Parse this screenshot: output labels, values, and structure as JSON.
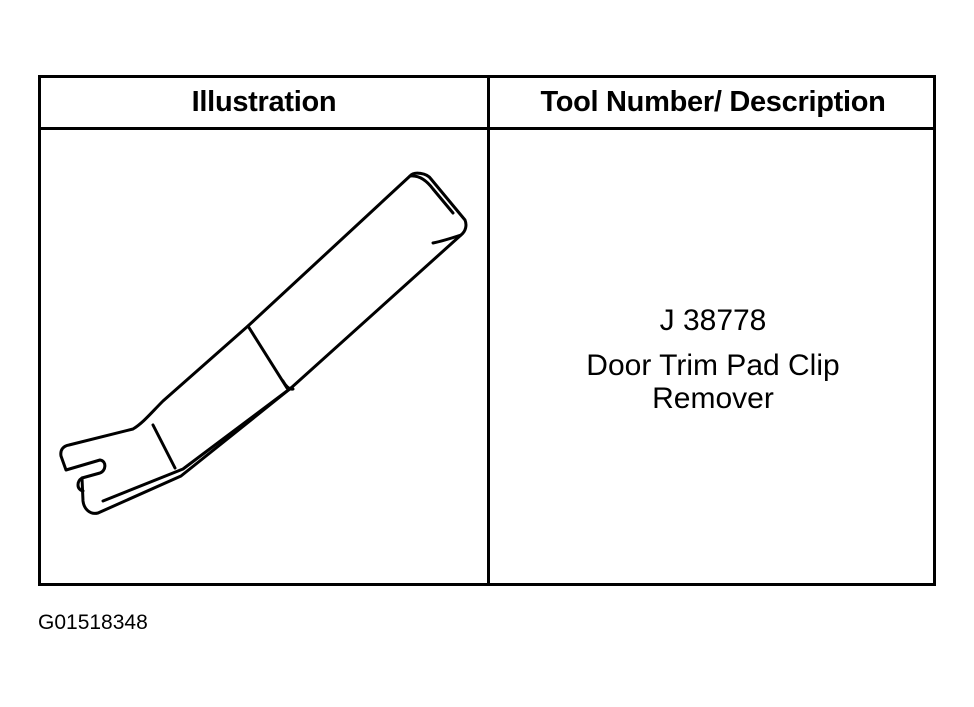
{
  "table": {
    "headers": {
      "illustration": "Illustration",
      "tool": "Tool Number/ Description"
    },
    "rows": [
      {
        "illustration_icon": "trim-pad-clip-remover-icon",
        "tool_number": "J 38778",
        "description": "Door Trim Pad Clip Remover"
      }
    ]
  },
  "figure_id": "G01518348"
}
